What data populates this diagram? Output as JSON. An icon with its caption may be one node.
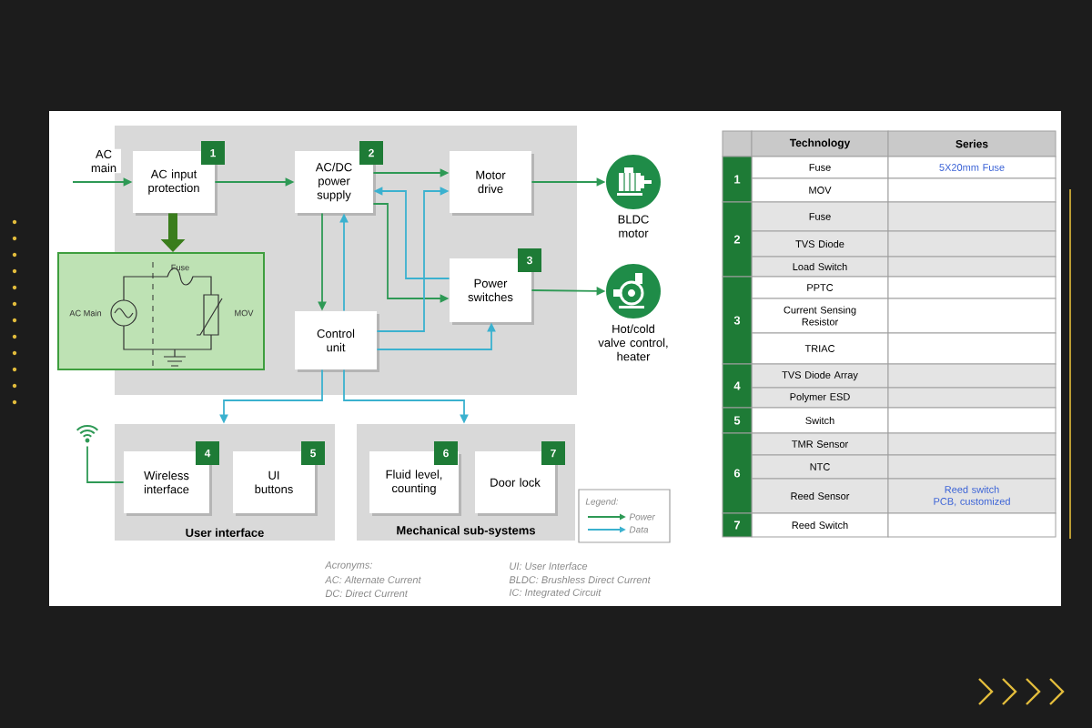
{
  "diagram": {
    "nodes": [
      {
        "text": [],
        "shape": "box"
      },
      {
        "text": [
          "AC input protection"
        ],
        "in": 0
      },
      {
        "text": [
          "AC/DC power supply"
        ],
        "in": 0
      },
      {
        "text": [
          "Motor drive"
        ],
        "in": 0
      },
      {
        "text": [
          "Power switches"
        ],
        "in": 0
      },
      {
        "text": [
          "Control unit"
        ],
        "in": 0
      },
      {
        "text": [
          "BLDC motor"
        ]
      },
      {
        "text": [
          "Hot/cold valve control, heater"
        ]
      },
      {
        "text": [],
        "shape": "box"
      },
      {
        "text": [
          "User interface"
        ]
      },
      {
        "text": [
          "Wireless interface"
        ],
        "in": 9
      },
      {
        "text": [
          "UI buttons"
        ],
        "in": 9
      },
      {
        "text": [
          "Mechanical sub-systems"
        ]
      },
      {
        "text": [
          "Fluid level, counting"
        ],
        "in": 12
      },
      {
        "text": [
          "Door lock"
        ],
        "in": 12
      },
      {
        "text": [],
        "shape": "picture"
      }
    ],
    "edges": [
      {
        "from": null,
        "to": 1,
        "arrow": "to",
        "label": "AC main"
      },
      {
        "from": 1,
        "to": 8,
        "arrow": "to",
        "style": "thick",
        "color": "#3a7d1c"
      },
      {
        "from": 1,
        "to": 2,
        "arrow": "to"
      },
      {
        "from": 2,
        "to": 3,
        "arrow": "to"
      },
      {
        "from": 2,
        "to": 4,
        "arrow": "to"
      },
      {
        "from": 2,
        "to": 5,
        "arrow": "to"
      },
      {
        "from": 5,
        "to": 2,
        "arrow": "to",
        "color": "#3bb1cf"
      },
      {
        "from": 4,
        "to": 2,
        "arrow": "to",
        "color": "#3bb1cf"
      },
      {
        "from": 5,
        "to": 3,
        "arrow": "to",
        "color": "#3bb1cf"
      },
      {
        "from": 5,
        "to": 4,
        "arrow": "to",
        "color": "#3bb1cf"
      },
      {
        "from": 3,
        "to": 6,
        "arrow": "to"
      },
      {
        "from": 4,
        "to": 7,
        "arrow": "to"
      },
      {
        "from": 5,
        "to": 9,
        "arrow": "to",
        "color": "#3bb1cf"
      },
      {
        "from": 5,
        "to": 12,
        "arrow": "to",
        "color": "#3bb1cf"
      },
      {
        "from": 15,
        "to": 10,
        "arrow": "none"
      }
    ],
    "labels": [
      "1",
      "2",
      "3",
      "Fuse",
      "AC Main",
      "MOV",
      "4",
      "5",
      "6",
      "7",
      "Legend:",
      "Acronyms:",
      "UI: User Interface",
      "AC: Alternate Current",
      "BLDC: Brushless Direct Current",
      "DC: Direct Current",
      "IC: Integrated Circuit",
      "Technology",
      "Series",
      "1",
      "Fuse",
      "5X20mm Fuse",
      "MOV",
      "2",
      "Fuse",
      "TVS Diode",
      "Load Switch",
      "3",
      "PPTC",
      "Current Sensing Resistor",
      "TRIAC",
      "4",
      "TVS Diode Array",
      "Polymer ESD",
      "5",
      "Switch",
      "6",
      "TMR Sensor",
      "NTC",
      "Reed Sensor",
      "Reed switch PCB, customized",
      "7",
      "Reed Switch"
    ],
    "legend": [
      {
        "text": "Power"
      },
      {
        "text": "Data"
      }
    ]
  }
}
